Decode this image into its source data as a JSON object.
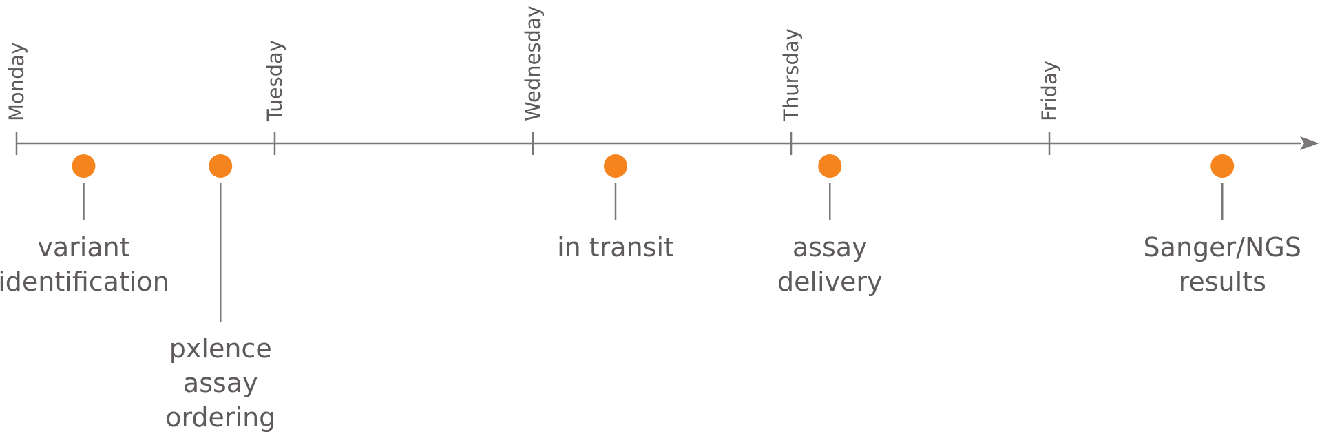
{
  "colors": {
    "axis": "#7b7677",
    "marker": "#f5841f",
    "text": "#5e5a5b"
  },
  "days": [
    {
      "label": "Monday",
      "pos": 0
    },
    {
      "label": "Tuesday",
      "pos": 1
    },
    {
      "label": "Wednesday",
      "pos": 2
    },
    {
      "label": "Thursday",
      "pos": 3
    },
    {
      "label": "Friday",
      "pos": 4
    }
  ],
  "events": [
    {
      "id": "variant-identification",
      "lines": [
        "variant",
        "identification"
      ],
      "pos": 0.26,
      "connector": "short"
    },
    {
      "id": "pxlence-assay-ordering",
      "lines": [
        "pxlence",
        "assay",
        "ordering"
      ],
      "pos": 0.79,
      "connector": "long"
    },
    {
      "id": "in-transit",
      "lines": [
        "in transit"
      ],
      "pos": 2.32,
      "connector": "short"
    },
    {
      "id": "assay-delivery",
      "lines": [
        "assay",
        "delivery"
      ],
      "pos": 3.15,
      "connector": "short"
    },
    {
      "id": "sanger-ngs-results",
      "lines": [
        "Sanger/NGS",
        "results"
      ],
      "pos": 4.67,
      "connector": "short"
    }
  ]
}
